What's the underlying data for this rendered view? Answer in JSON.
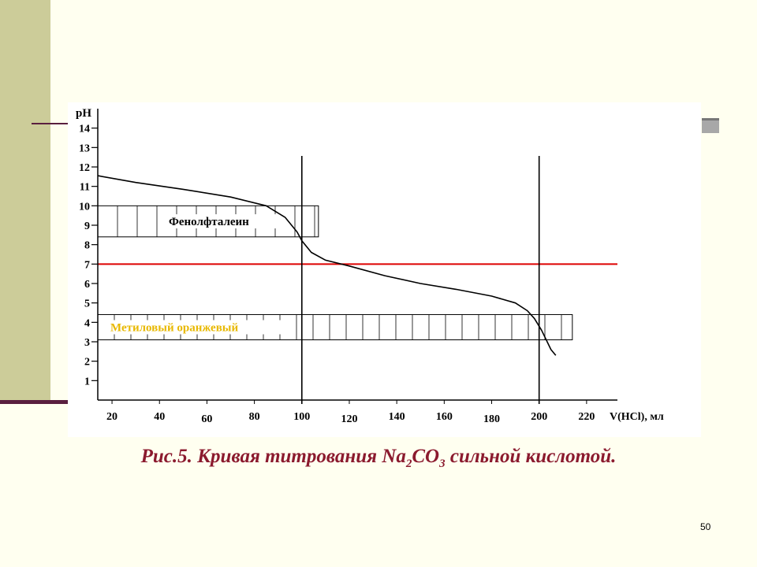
{
  "slide": {
    "caption_prefix": "Рис.5. Кривая титрования Na",
    "caption_sub1": "2",
    "caption_mid": "CO",
    "caption_sub2": "3",
    "caption_suffix": " сильной кислотой.",
    "page_number": "50"
  },
  "colors": {
    "background": "#fffff0",
    "sidebar": "#cccc99",
    "accent_line": "#5a1f3f",
    "caption": "#8b1a2e",
    "neutral_line": "#dd0000",
    "methyl_label": "#e8b800"
  },
  "chart_data": {
    "type": "line",
    "ylabel": "pH",
    "xlabel": "V(HCl), мл",
    "x_ticks": [
      20,
      40,
      60,
      80,
      100,
      120,
      140,
      160,
      180,
      200,
      220
    ],
    "y_ticks": [
      1,
      2,
      3,
      4,
      5,
      6,
      7,
      8,
      9,
      10,
      11,
      12,
      13,
      14
    ],
    "xlim": [
      14,
      233
    ],
    "ylim": [
      0,
      15
    ],
    "series": [
      {
        "x": [
          14,
          30,
          50,
          70,
          85,
          93,
          98,
          100,
          104,
          110,
          120,
          135,
          150,
          165,
          180,
          190,
          195,
          198,
          201,
          203,
          205,
          207
        ],
        "y": [
          11.55,
          11.2,
          10.85,
          10.45,
          10.0,
          9.4,
          8.65,
          8.2,
          7.6,
          7.2,
          6.9,
          6.4,
          6.0,
          5.7,
          5.35,
          5.0,
          4.6,
          4.2,
          3.6,
          3.1,
          2.6,
          2.3
        ]
      }
    ],
    "reference_lines": {
      "horizontal_ph": 7,
      "vertical_volumes": [
        100,
        200
      ]
    },
    "indicator_bands": [
      {
        "label": "Фенолфталеин",
        "ph_low": 8.4,
        "ph_high": 10.0,
        "x_start": 14,
        "x_end": 107
      },
      {
        "label": "Метиловый оранжевый",
        "ph_low": 3.1,
        "ph_high": 4.4,
        "x_start": 14,
        "x_end": 214
      }
    ]
  }
}
